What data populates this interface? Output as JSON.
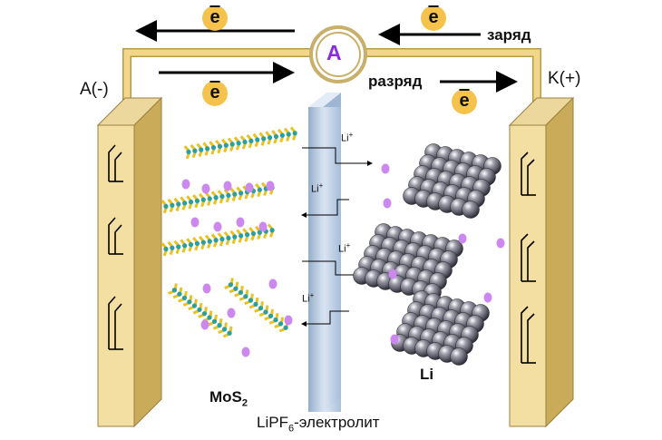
{
  "ammeter": {
    "symbol": "A"
  },
  "electron": {
    "symbol": "e"
  },
  "labels": {
    "anode": "A(-)",
    "cathode": "K(+)",
    "charge": "заряд",
    "discharge": "разряд",
    "anode_material": "MoS",
    "anode_material_sub": "2",
    "cathode_material": "Li",
    "electrolyte_prefix": "LiPF",
    "electrolyte_sub": "6",
    "electrolyte_suffix": "-электролит",
    "ion": "Li",
    "ion_charge": "+"
  },
  "colors": {
    "wire": "#f2d68a",
    "electrode": "#d9c27a",
    "electrode_dark": "#b89a4a",
    "electron_badge": "#f5c34c",
    "ammeter_letter": "#8a2be2",
    "separator": "#b9cde3",
    "lithium_ion": "#cc88ee",
    "sulfur": "#e8c220",
    "molybdenum": "#2a9fa0",
    "lithium_metal": "#6a6a78"
  }
}
